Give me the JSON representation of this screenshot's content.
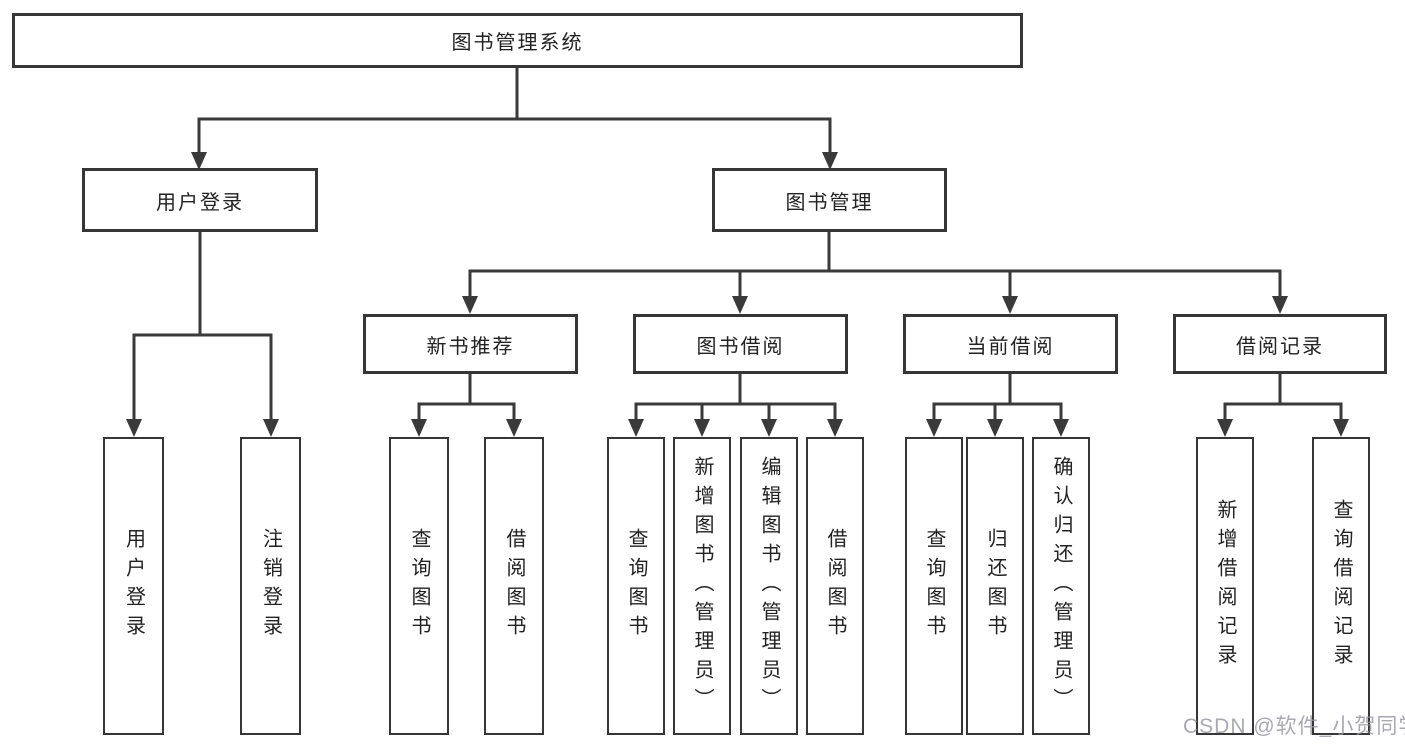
{
  "diagram": {
    "root": {
      "label": "图书管理系统"
    },
    "level2": [
      {
        "label": "用户登录",
        "children": [
          {
            "label": "用户登录"
          },
          {
            "label": "注销登录"
          }
        ]
      },
      {
        "label": "图书管理",
        "children": [
          {
            "label": "新书推荐",
            "children": [
              {
                "label": "查询图书"
              },
              {
                "label": "借阅图书"
              }
            ]
          },
          {
            "label": "图书借阅",
            "children": [
              {
                "label": "查询图书"
              },
              {
                "label": "新增图书（管理员）"
              },
              {
                "label": "编辑图书（管理员）"
              },
              {
                "label": "借阅图书"
              }
            ]
          },
          {
            "label": "当前借阅",
            "children": [
              {
                "label": "查询图书"
              },
              {
                "label": "归还图书"
              },
              {
                "label": "确认归还（管理员）"
              }
            ]
          },
          {
            "label": "借阅记录",
            "children": [
              {
                "label": "新增借阅记录"
              },
              {
                "label": "查询借阅记录"
              }
            ]
          }
        ]
      }
    ],
    "watermark": "CSDN @软件_小贺同学",
    "line_color": "#3a3a3a"
  }
}
